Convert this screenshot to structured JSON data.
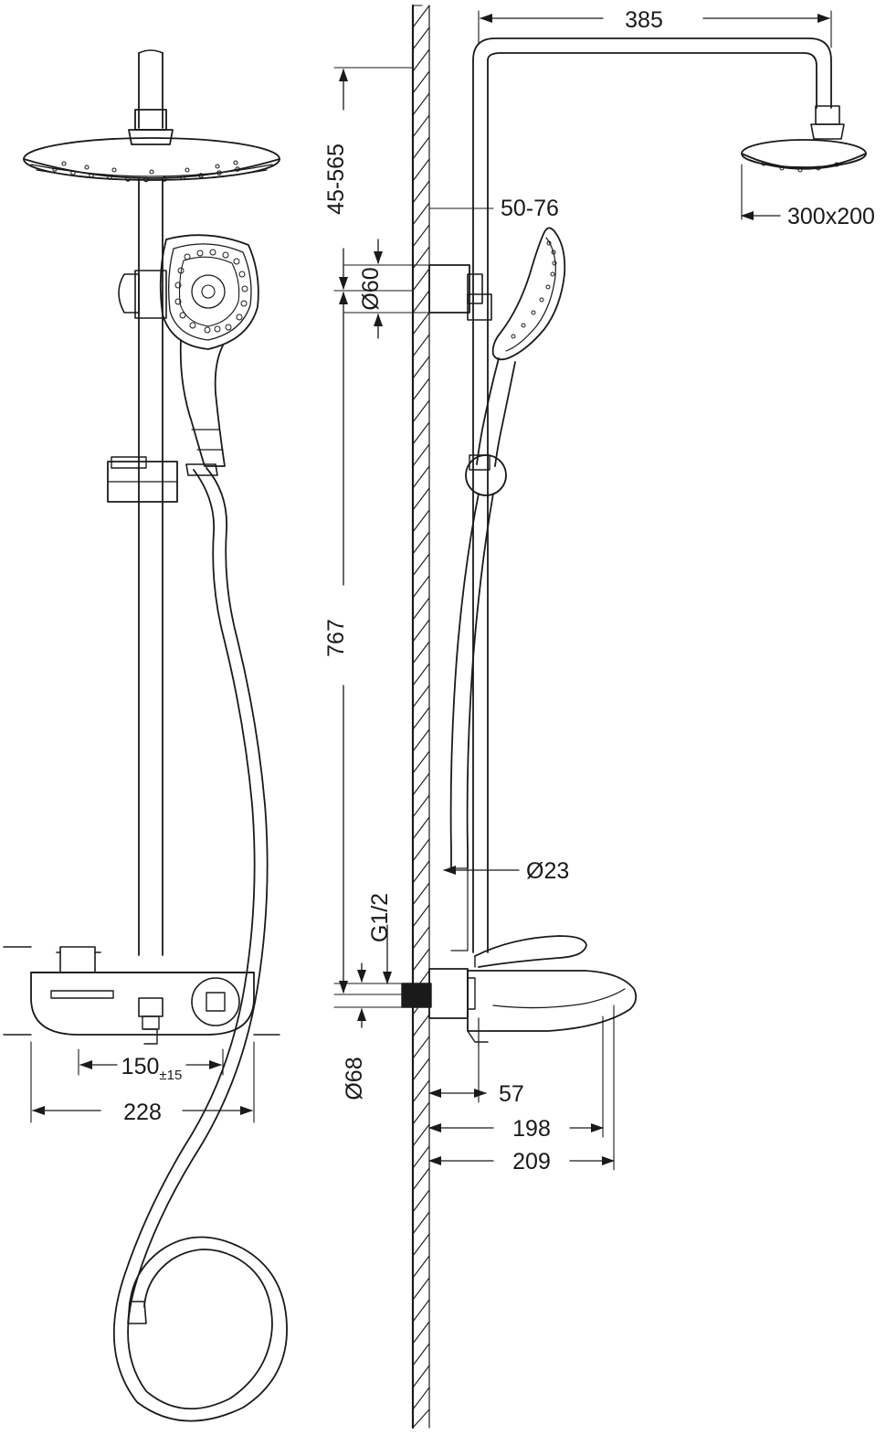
{
  "drawing": {
    "title": "shower-column-technical-drawing",
    "units": "mm",
    "line_color": "#1a1a1a",
    "background": "#ffffff"
  },
  "dimensions": {
    "overall_head_arm_reach": "385",
    "riser_adjust_range": "45-565",
    "rail_bracket_spacing": "50-76",
    "bracket_diameter": "Ø60",
    "head_size": "300x200",
    "riser_height": "767",
    "hose_connector_diameter": "Ø23",
    "inlet_thread": "G1/2",
    "inlet_centers_diameter": "Ø68",
    "spout_projection_short": "57",
    "spout_projection_mid": "198",
    "spout_projection_long": "209",
    "inlet_centers": "150",
    "inlet_centers_tolerance": "±15",
    "body_width": "228"
  }
}
